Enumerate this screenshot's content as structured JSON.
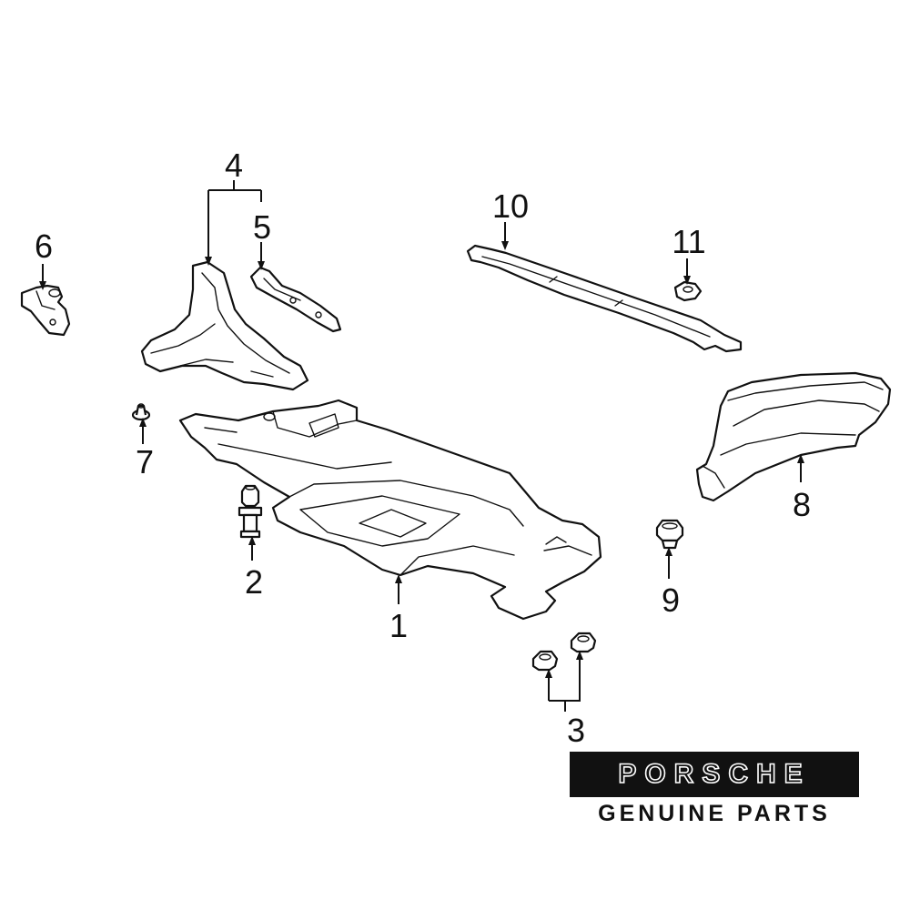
{
  "callouts": {
    "c1": "1",
    "c2": "2",
    "c3": "3",
    "c4": "4",
    "c5": "5",
    "c6": "6",
    "c7": "7",
    "c8": "8",
    "c9": "9",
    "c10": "10",
    "c11": "11"
  },
  "brand": {
    "logo": "PORSCHE",
    "tagline": "GENUINE PARTS"
  },
  "colors": {
    "line": "#111111",
    "banner": "#111111",
    "background": "#ffffff"
  }
}
